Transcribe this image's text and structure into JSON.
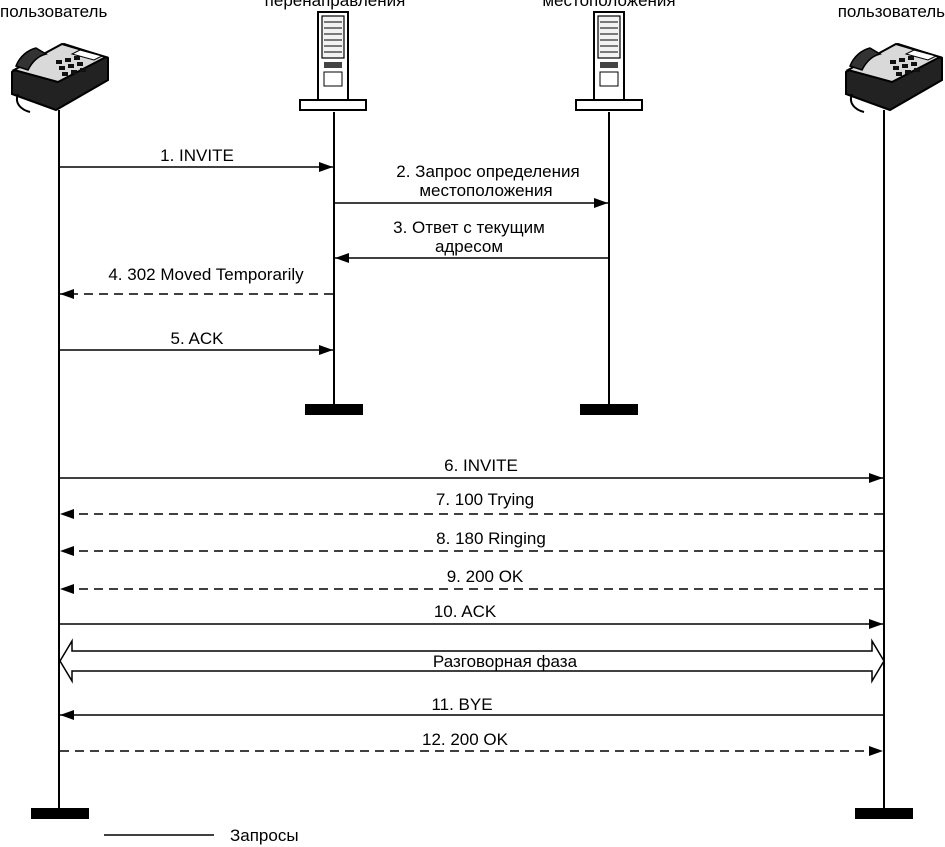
{
  "participants": {
    "user_a": "пользователь",
    "redirect_server": "перенаправления",
    "location_server": "местоположения",
    "user_b": "пользователь"
  },
  "messages": {
    "m1": "1. INVITE",
    "m2_line1": "2. Запрос определения",
    "m2_line2": "местоположения",
    "m3_line1": "3. Ответ с текущим",
    "m3_line2": "адресом",
    "m4": "4. 302 Moved Temporarily",
    "m5": "5. ACK",
    "m6": "6. INVITE",
    "m7": "7. 100 Trying",
    "m8": "8. 180 Ringing",
    "m9": "9. 200 OK",
    "m10": "10. ACK",
    "conversation": "Разговорная фаза",
    "m11": "11. BYE",
    "m12": "12. 200 OK"
  },
  "legend": {
    "requests": "Запросы"
  },
  "icons": {
    "phone": "telephone-icon",
    "server": "server-tower-icon"
  }
}
